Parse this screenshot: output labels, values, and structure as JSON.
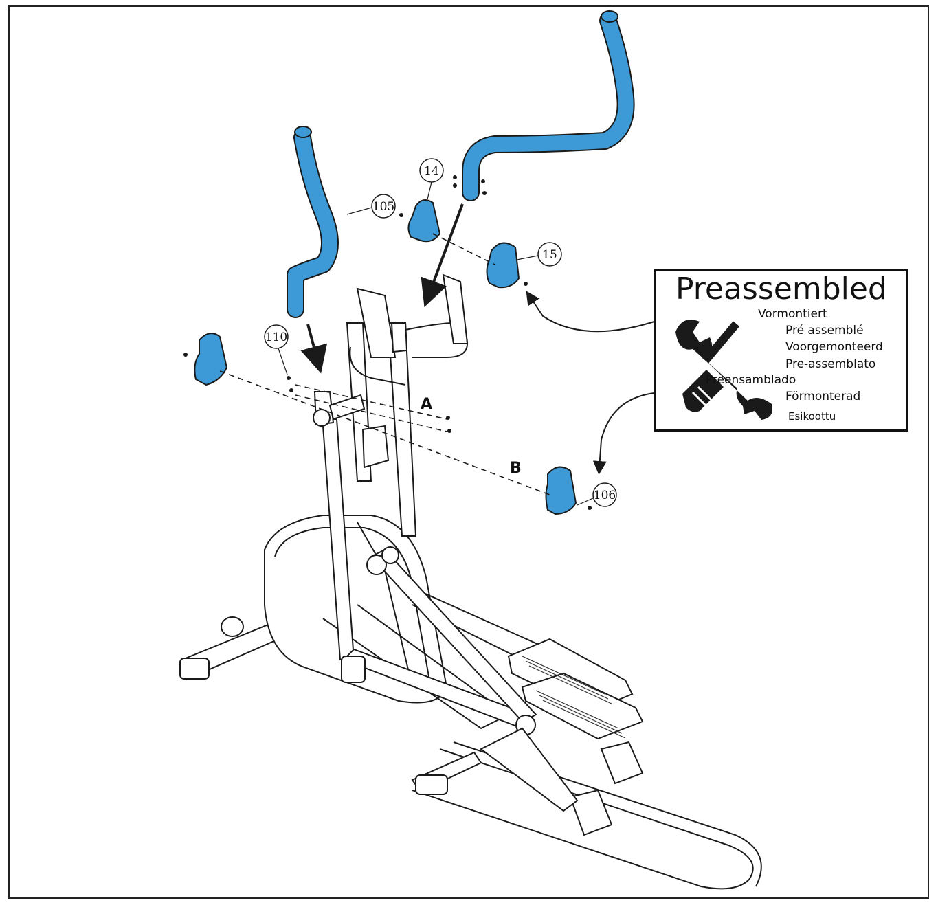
{
  "parts": {
    "p14": "14",
    "p105": "105",
    "p15": "15",
    "p110": "110",
    "p106": "106"
  },
  "labels": {
    "a": "A",
    "b": "B"
  },
  "preassembled": {
    "title": "Preassembled",
    "languages": [
      "Vormontiert",
      "Pré assemblé",
      "Voorgemonteerd",
      "Pre-assemblato",
      "Preensamblado",
      "Förmonterad",
      "Esikoottu"
    ]
  },
  "colors": {
    "part_blue": "#3d9ad6",
    "line": "#1a1a1a"
  }
}
